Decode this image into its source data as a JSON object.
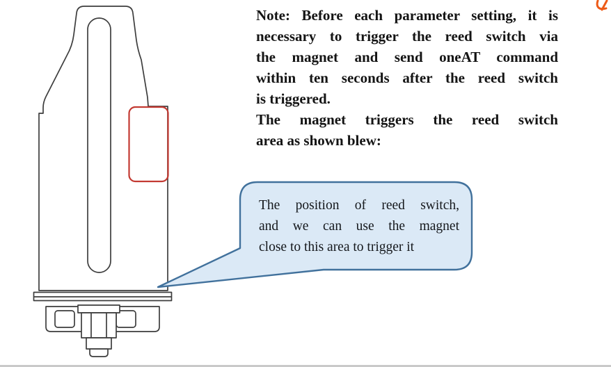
{
  "note": {
    "lines": [
      "Note: Before each parameter setting, it is",
      "necessary to trigger the reed switch via",
      "the magnet and send oneAT command",
      "within ten seconds after the reed switch",
      "is triggered.",
      "The magnet triggers the reed switch",
      "area as shown blew:"
    ]
  },
  "callout": {
    "fill": "#dbe9f6",
    "border": "#41719c",
    "lines": [
      "The position of reed switch,",
      "and we can use the magnet",
      "close to this area to trigger it"
    ]
  },
  "diagram": {
    "line_color": "#3d3d3d",
    "highlight_color": "#c33a32"
  },
  "decoration": {
    "corner_mark_color": "#ed5a17"
  }
}
